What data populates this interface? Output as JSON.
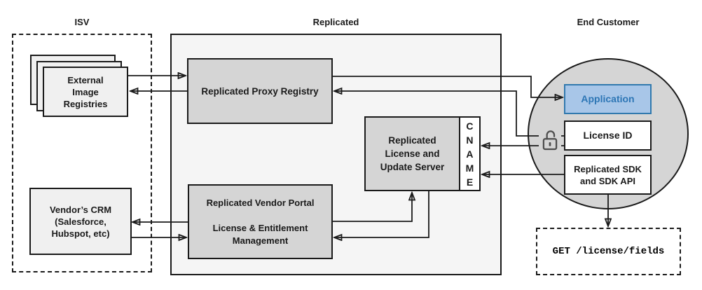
{
  "titles": {
    "isv": "ISV",
    "replicated": "Replicated",
    "end_customer": "End Customer"
  },
  "nodes": {
    "registries": {
      "label": "External\nImage\nRegistries"
    },
    "crm": {
      "label": "Vendor’s CRM\n(Salesforce,\nHubspot, etc)"
    },
    "proxy": {
      "label": "Replicated Proxy Registry"
    },
    "license_server": {
      "label": "Replicated\nLicense and\nUpdate Server"
    },
    "cname": {
      "label": "C\nN\nA\nM\nE"
    },
    "portal": {
      "label": "Replicated Vendor Portal\n\nLicense & Entitlement\nManagement"
    },
    "application": {
      "label": "Application"
    },
    "license_id": {
      "label": "License ID"
    },
    "sdk": {
      "label": "Replicated SDK\nand SDK API"
    },
    "api_call": {
      "label": "GET /license/fields"
    }
  },
  "icons": {
    "unlock": "unlock-icon"
  },
  "colors": {
    "app_fill": "#A8C6E8",
    "app_border": "#3179AE",
    "app_text": "#2D76B5",
    "node_fill": "#D5D5D5",
    "container_fill": "#F5F5F5",
    "leaf_fill": "#F0F0F0",
    "white_fill": "#FFFFFF",
    "line": "#1A1A1A"
  }
}
